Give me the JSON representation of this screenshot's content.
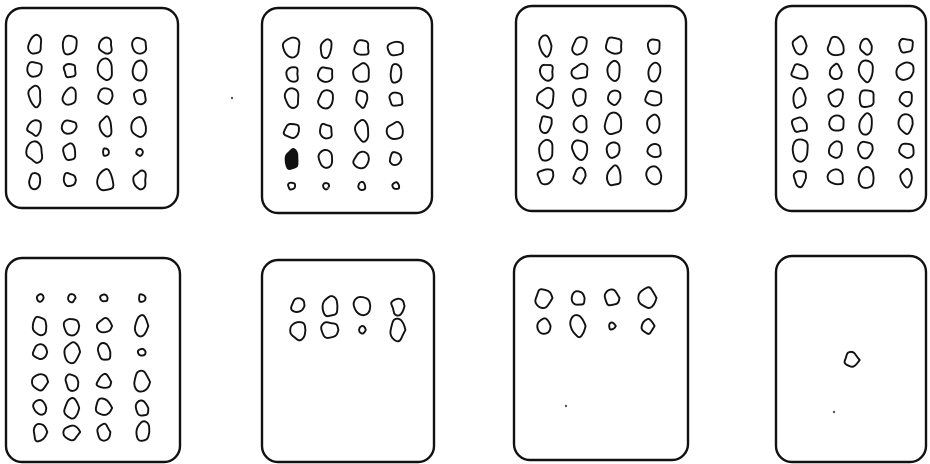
{
  "figure": {
    "panel_count": 8,
    "stroke_color": "#111111",
    "background_color": "#ffffff"
  },
  "panels": [
    {
      "name": "panel-1",
      "shape_rows": [
        4,
        4,
        4,
        4,
        4,
        4
      ],
      "outline_count": 24
    },
    {
      "name": "panel-2",
      "shape_rows": [
        4,
        4,
        4,
        4,
        4,
        4
      ],
      "outline_count": 24
    },
    {
      "name": "panel-3",
      "shape_rows": [
        4,
        4,
        4,
        4,
        4,
        4
      ],
      "outline_count": 24
    },
    {
      "name": "panel-4",
      "shape_rows": [
        4,
        4,
        4,
        4,
        4,
        4
      ],
      "outline_count": 24
    },
    {
      "name": "panel-5",
      "shape_rows": [
        4,
        4,
        4,
        4,
        4,
        4
      ],
      "outline_count": 24
    },
    {
      "name": "panel-6",
      "shape_rows": [
        4,
        4
      ],
      "outline_count": 8
    },
    {
      "name": "panel-7",
      "shape_rows": [
        4,
        4
      ],
      "outline_count": 8
    },
    {
      "name": "panel-8",
      "shape_rows": [
        1
      ],
      "outline_count": 1
    }
  ]
}
